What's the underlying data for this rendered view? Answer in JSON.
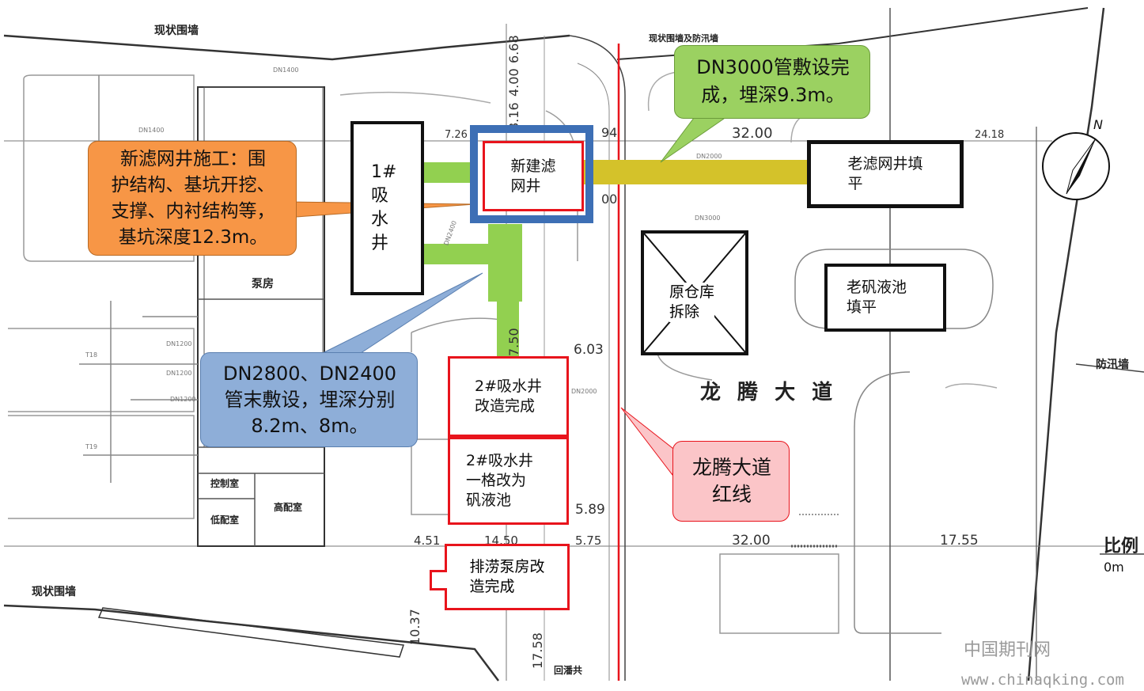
{
  "colors": {
    "red_line": "#e8141c",
    "orange_callout": "#f79646",
    "green_callout": "#9bd161",
    "blue_callout": "#8eaed8",
    "pink_callout": "#fbc5c8",
    "pipe_green": "#92d050",
    "pipe_olive": "#d4c22a",
    "blue_frame": "#3d6fb5"
  },
  "callouts": {
    "orange": "新滤网井施工：围\n护结构、基坑开挖、\n支撑、内衬结构等，\n基坑深度12.3m。",
    "green": "DN3000管敷设完\n成，埋深9.3m。",
    "blue": "DN2800、DN2400\n管末敷设，埋深分别\n8.2m、8m。",
    "pink": "龙腾大道\n红线"
  },
  "boxes": {
    "suction_well_1": "1#\n吸\n水\n井",
    "new_filter_well": "新建滤\n网井",
    "old_filter_well": "老滤网井填\n平",
    "old_warehouse": "原仓库\n拆除",
    "old_alum_pool": "老矾液池\n填平",
    "suction_well_2_done": "2#吸水井\n改造完成",
    "suction_well_2_alum": "2#吸水井\n一格改为\n矾液池",
    "drain_pump_house": "排涝泵房改\n造完成"
  },
  "drawing_labels": {
    "road_name": "龙 腾 大 道",
    "existing_wall_top": "现状围墙",
    "existing_wall_bottom": "现状围墙",
    "flood_wall": "防汛墙",
    "pump_room": "泵房",
    "control_room": "控制室",
    "distribution_room": "低配室",
    "high_voltage_room": "高配室",
    "scale_text": "比例",
    "scale_zero": "0m",
    "north_mark": "N",
    "top_wall_note": "现状围墙及防汛墙",
    "bottom_road_note": "回潘共"
  },
  "dimensions": {
    "d_6_68": "6.68",
    "d_4_00": "4.00",
    "d_8_16": "8.16",
    "d_7_26": "7.26",
    "d_94": "94",
    "d_32_top": "32.00",
    "d_24_18": "24.18",
    "d_00": "00",
    "d_6_03": "6.03",
    "d_7_50": "7.50",
    "d_5_89": "5.89",
    "d_4_51": "4.51",
    "d_14_50": "14.50",
    "d_5_75": "5.75",
    "d_32_bottom": "32.00",
    "d_17_55": "17.55",
    "d_10_37": "10.37",
    "d_17_58": "17.58"
  },
  "pipe_labels": {
    "dn1400_top": "DN1400",
    "dn1400_left": "DN1400",
    "dn3000": "DN3000",
    "dn2000_a": "DN2000",
    "dn2000_b": "DN2000",
    "dn1200_a": "DN1200",
    "dn1200_b": "DN1200",
    "dn1200_c": "DN1200",
    "dn2400": "DN2400",
    "t18": "T18",
    "t19": "T19"
  },
  "watermark": {
    "cn": "中国期刊网",
    "url": "www.chinaqking.com"
  }
}
